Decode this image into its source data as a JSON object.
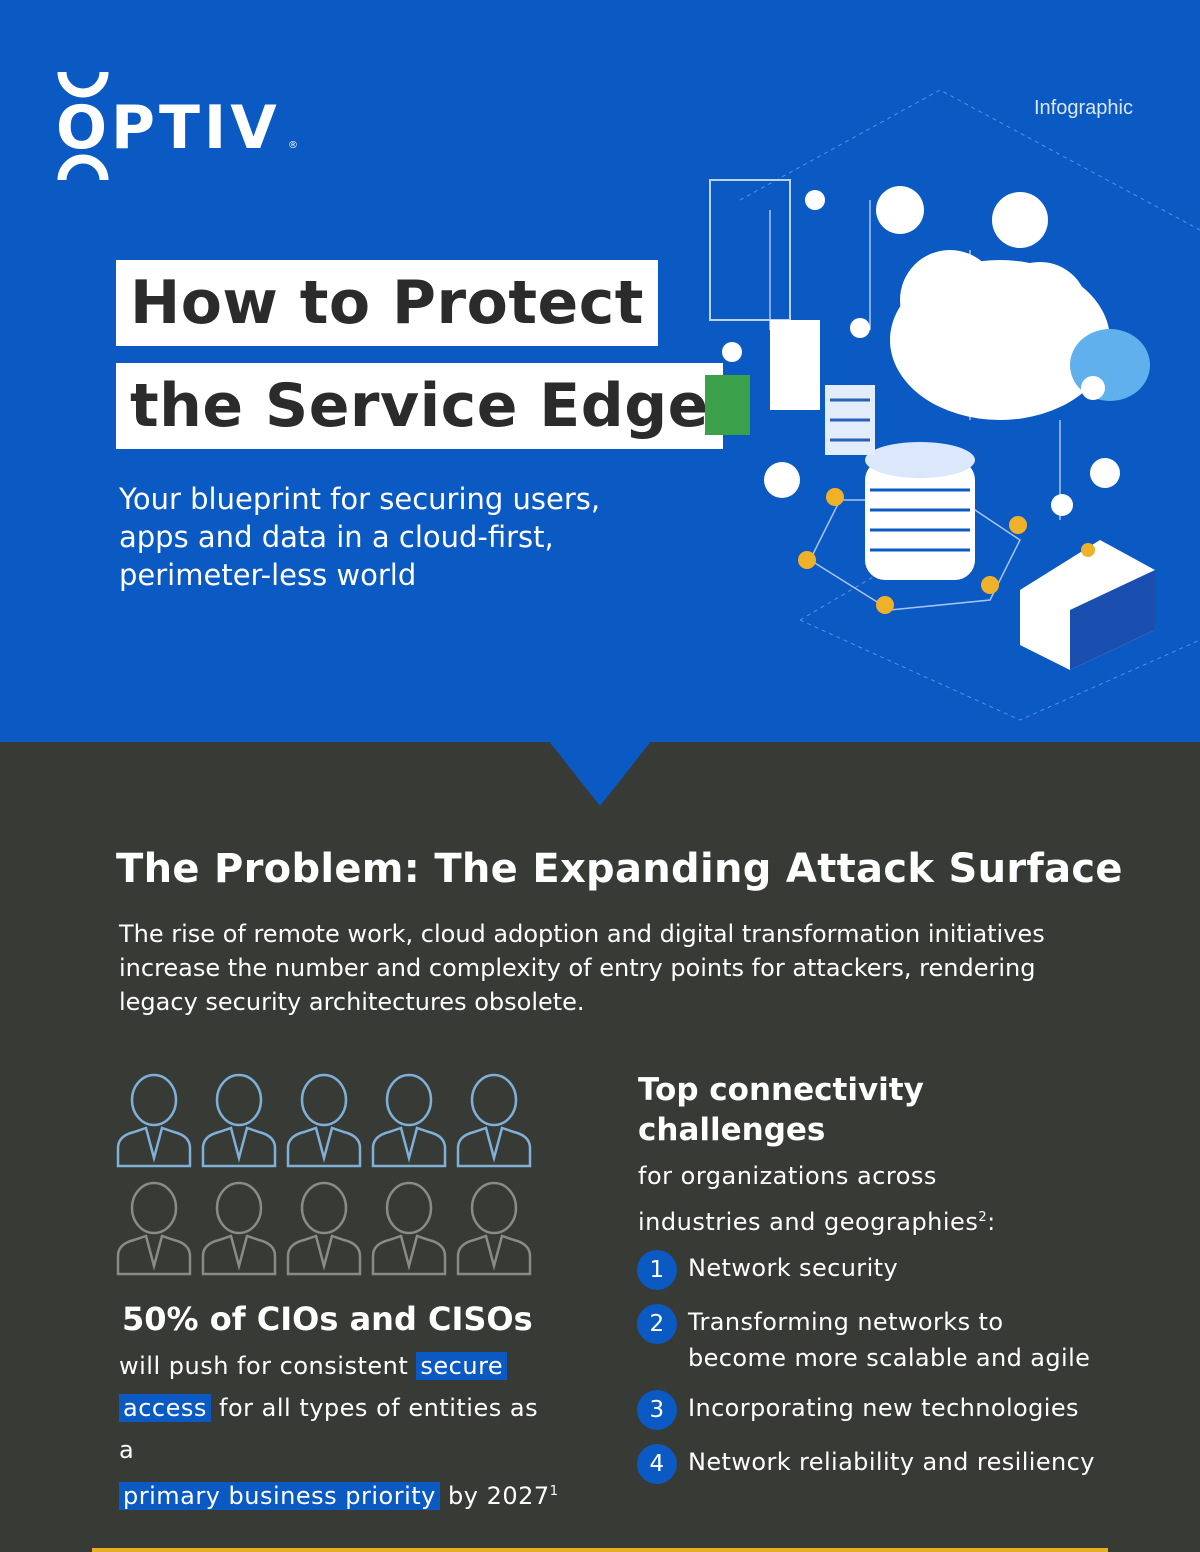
{
  "brand": {
    "name": "OPTIV",
    "registered": "®"
  },
  "header": {
    "tag": "Infographic"
  },
  "hero": {
    "title_line1": "How to Protect",
    "title_line2": "the Service Edge",
    "subtitle": "Your blueprint for securing users, apps and data in a cloud-first, perimeter-less world"
  },
  "problem": {
    "title": "The Problem: The Expanding Attack Surface",
    "body": "The rise of remote work, cloud adoption and digital transformation initiatives increase the number and complexity of entry points for attackers, rendering legacy security architectures obsolete."
  },
  "stat": {
    "headline": "50% of CIOs and CISOs",
    "pre": "will push for consistent",
    "hl1": "secure",
    "hl2": "access",
    "mid": "for all types of entities as a",
    "hl3": "primary business priority",
    "post": "by 2027",
    "footnote": "1",
    "highlighted_people": 5,
    "total_people": 10
  },
  "challenges": {
    "heading": "Top connectivity challenges",
    "sub": "for organizations across industries and geographies",
    "footnote": "2",
    "sub_end": ":",
    "items": [
      {
        "num": "1",
        "text": "Network security"
      },
      {
        "num": "2",
        "text": "Transforming networks to become more scalable and agile"
      },
      {
        "num": "3",
        "text": "Incorporating new technologies"
      },
      {
        "num": "4",
        "text": "Network reliability and resiliency"
      }
    ]
  },
  "colors": {
    "blue": "#0b59c3",
    "dark": "#383a35",
    "accent": "#e7ae23",
    "people_blue": "#7fb0d8",
    "people_gray": "#8a8a86"
  }
}
